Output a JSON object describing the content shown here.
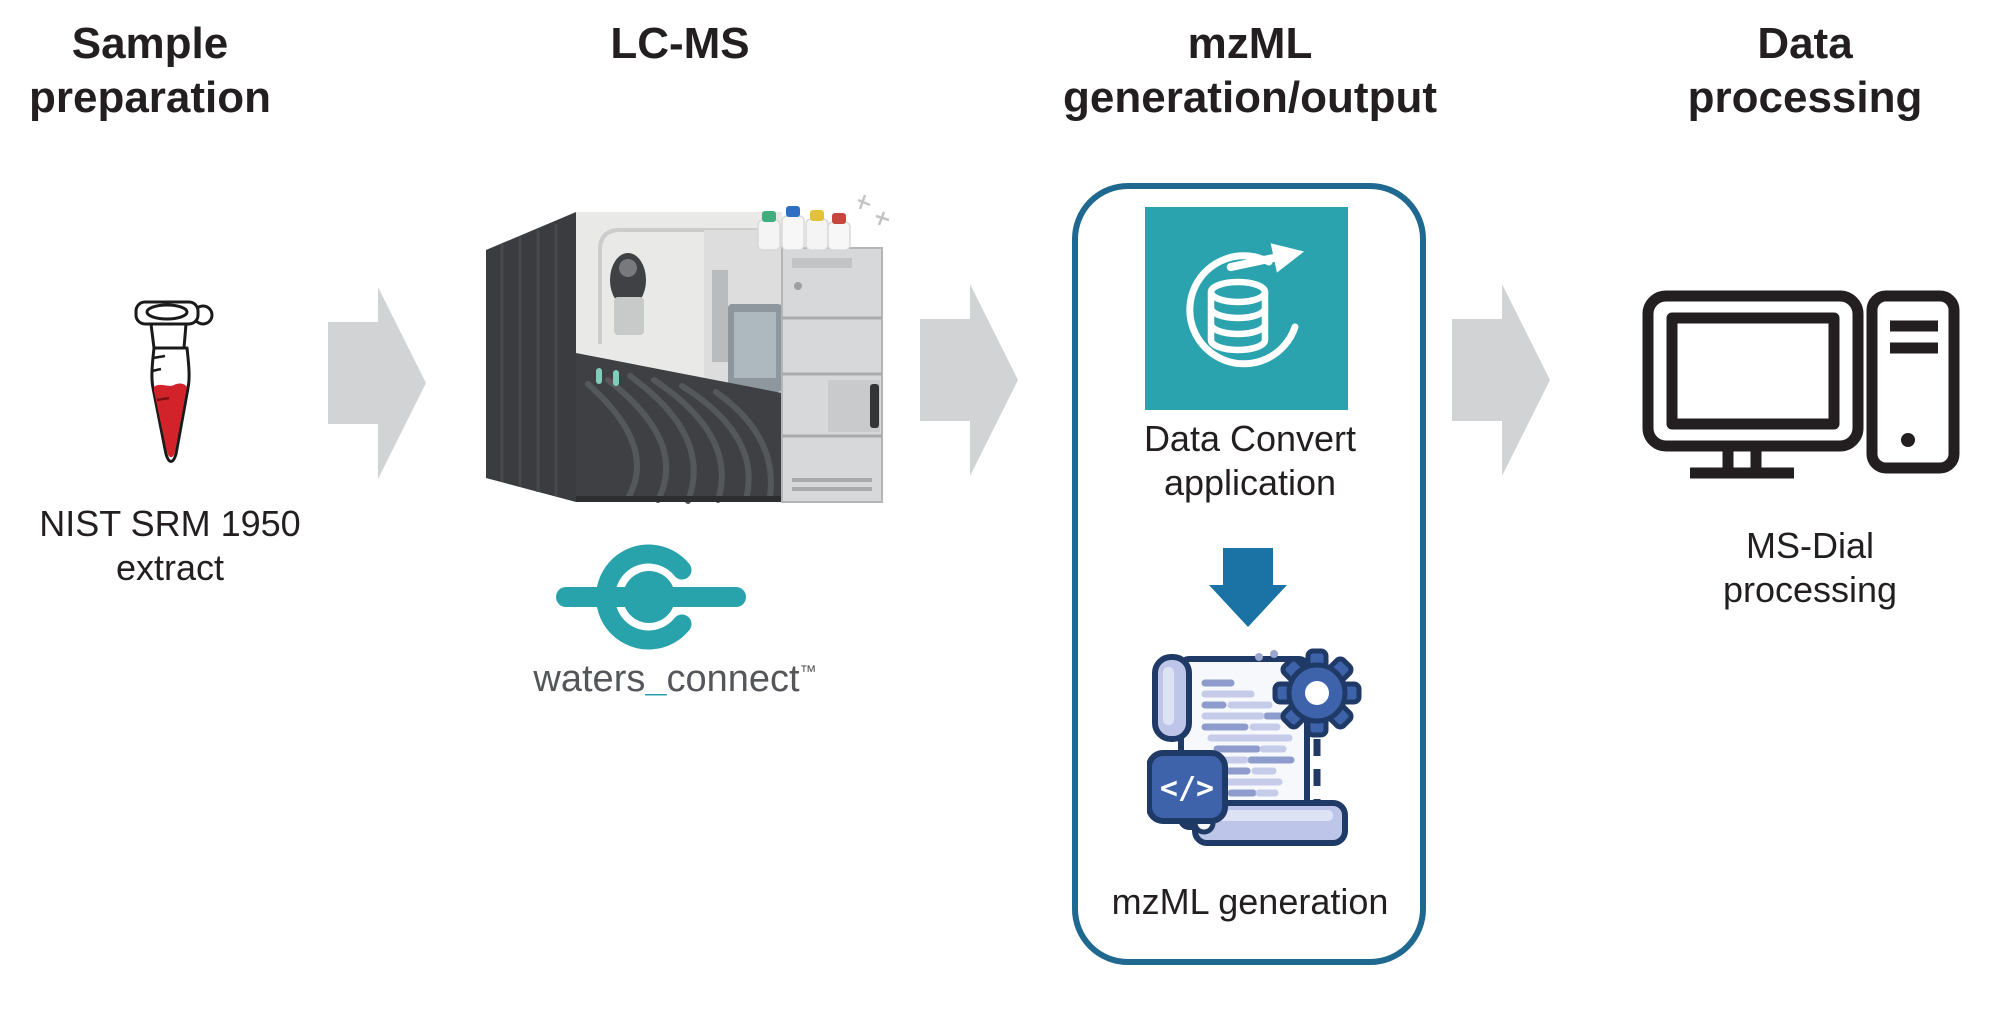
{
  "diagram": {
    "background": "#ffffff",
    "steps": [
      {
        "id": "sample-preparation",
        "title_lines": [
          "Sample",
          "preparation"
        ],
        "caption_lines": [
          "NIST SRM 1950",
          "extract"
        ],
        "icon": "microcentrifuge-tube-icon"
      },
      {
        "id": "lc-ms",
        "title_lines": [
          "LC-MS"
        ],
        "icon": "lc-ms-instrument-photo",
        "logo": {
          "part1": "waters",
          "underscore": "_",
          "part2": "connect",
          "tm": "™"
        }
      },
      {
        "id": "mzml-generation-output",
        "title_lines": [
          "mzML",
          "generation/output"
        ],
        "box": {
          "app_caption_lines": [
            "Data Convert",
            "application"
          ],
          "result_caption": "mzML generation",
          "code_glyph": "</>",
          "icons": [
            "data-convert-app-icon",
            "down-arrow-icon",
            "mzml-document-icon"
          ]
        }
      },
      {
        "id": "data-processing",
        "title_lines": [
          "Data",
          "processing"
        ],
        "caption_lines": [
          "MS-Dial",
          "processing"
        ],
        "icon": "computer-icon"
      }
    ],
    "colors": {
      "text": "#231F20",
      "arrow_gray": "#D1D3D4",
      "box_border": "#1F6890",
      "teal_square": "#2AA3AE",
      "waters_teal": "#28A2AB",
      "waters_text_gray": "#54565A",
      "down_arrow_blue": "#1B73A5",
      "icon_navy": "#1F3A67",
      "icon_blue": "#3E63AB",
      "tube_red": "#D2232A"
    }
  }
}
